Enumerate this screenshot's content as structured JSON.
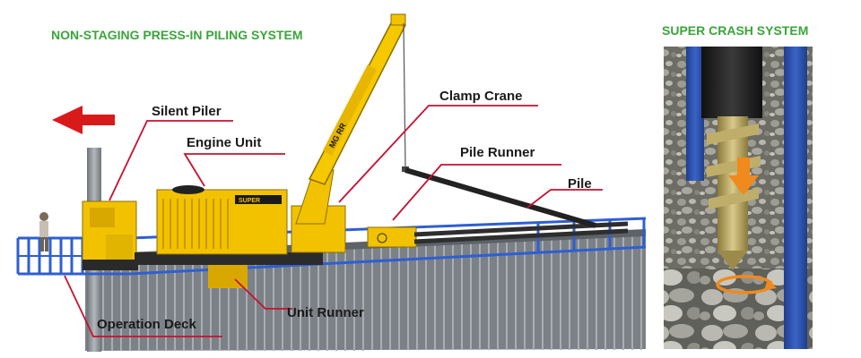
{
  "titles": {
    "left": "NON-STAGING PRESS-IN PILING SYSTEM",
    "right": "SUPER CRASH SYSTEM"
  },
  "labels": {
    "silent_piler": "Silent Piler",
    "engine_unit": "Engine Unit",
    "clamp_crane": "Clamp Crane",
    "pile_runner": "Pile Runner",
    "pile": "Pile",
    "operation_deck": "Operation Deck",
    "unit_runner": "Unit Runner"
  },
  "markings": {
    "crane_boom_text": "MG RR",
    "engine_text": "SUPER"
  },
  "colors": {
    "title_green": "#3aa53a",
    "leader_red": "#c8102e",
    "machine_yellow": "#f2c200",
    "deck_blue": "#2f5fd0",
    "sheet_pile_gray": "#8f949a",
    "arrow_red": "#d91a1a",
    "drill_orange": "#f08a1c"
  },
  "icons": {
    "direction_arrow": "arrow-left-icon",
    "press_arrow": "arrow-down-icon",
    "rotation_arrow": "rotate-icon"
  }
}
